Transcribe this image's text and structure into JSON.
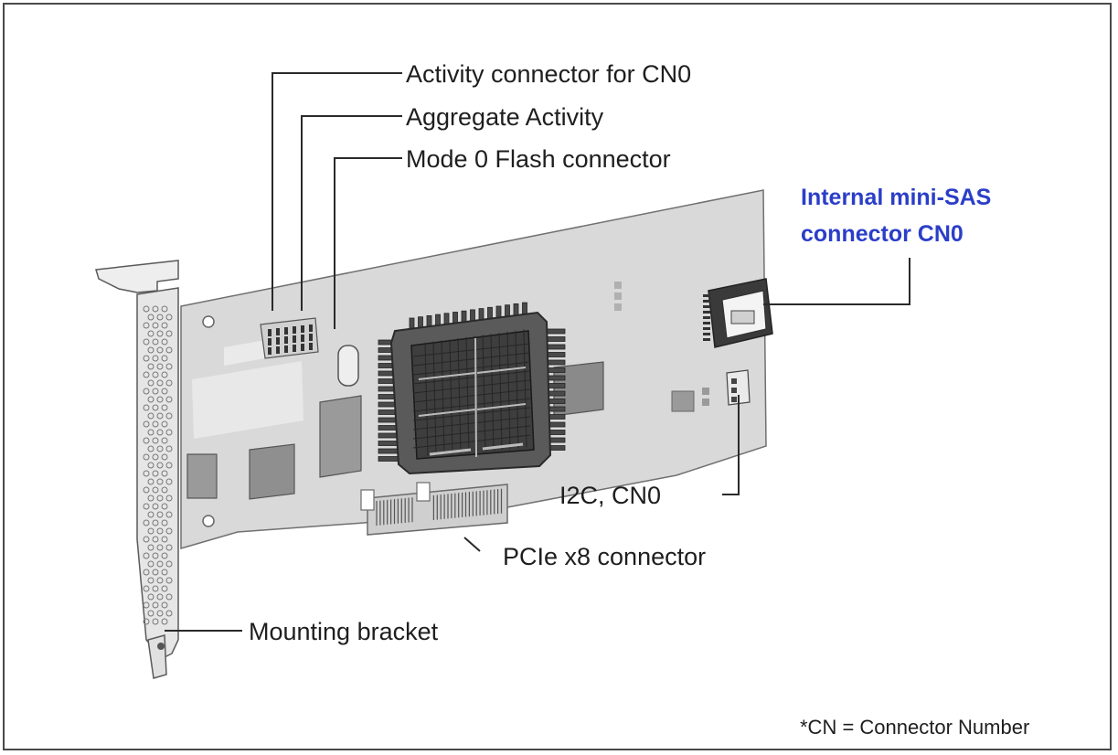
{
  "labels": {
    "activity_cn0": "Activity connector for CN0",
    "aggregate_activity": "Aggregate Activity",
    "mode0_flash": "Mode 0 Flash connector",
    "internal_sas_line1": "Internal mini-SAS",
    "internal_sas_line2": "connector CN0",
    "i2c": "I2C, CN0",
    "pcie": "PCIe x8 connector",
    "mounting_bracket": "Mounting bracket"
  },
  "footnote": "*CN = Connector Number",
  "colors": {
    "accent": "#2b3ec8",
    "line": "#2a2a2a",
    "board": "#d8d8d8",
    "board_edge": "#6e6e6e",
    "bracket": "#e4e4e4",
    "heatsink": "#3a3a3a",
    "chip": "#8a8a8a"
  }
}
